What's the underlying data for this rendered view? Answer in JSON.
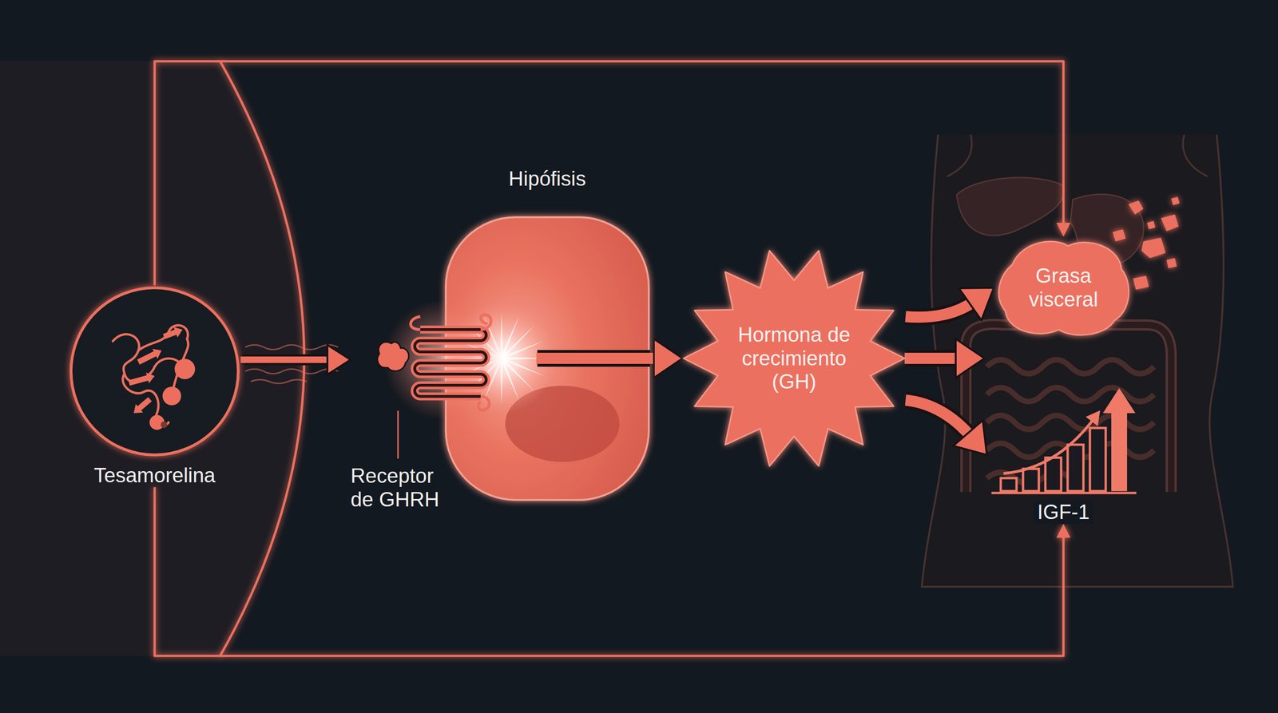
{
  "diagram": {
    "nodes": [
      {
        "text": [
          "Tesamorelina"
        ]
      },
      {
        "text": [
          "Receptor de GHRH"
        ]
      },
      {
        "text": [
          "Hipófisis"
        ]
      },
      {
        "text": [
          "Hormona de crecimiento (GH)"
        ]
      },
      {
        "text": [
          "Grasa visceral"
        ]
      },
      {
        "text": [
          "IGF-1"
        ]
      }
    ],
    "edges": [
      {
        "from": 0,
        "to": 1,
        "arrow": "to"
      },
      {
        "from": 2,
        "to": 3,
        "arrow": "to"
      },
      {
        "from": 3,
        "to": 4,
        "arrow": "to"
      },
      {
        "from": 3,
        "to": 5,
        "arrow": "to"
      },
      {
        "from": 0,
        "to": 4,
        "arrow": "to"
      },
      {
        "from": 0,
        "to": 5,
        "arrow": "to"
      }
    ]
  }
}
